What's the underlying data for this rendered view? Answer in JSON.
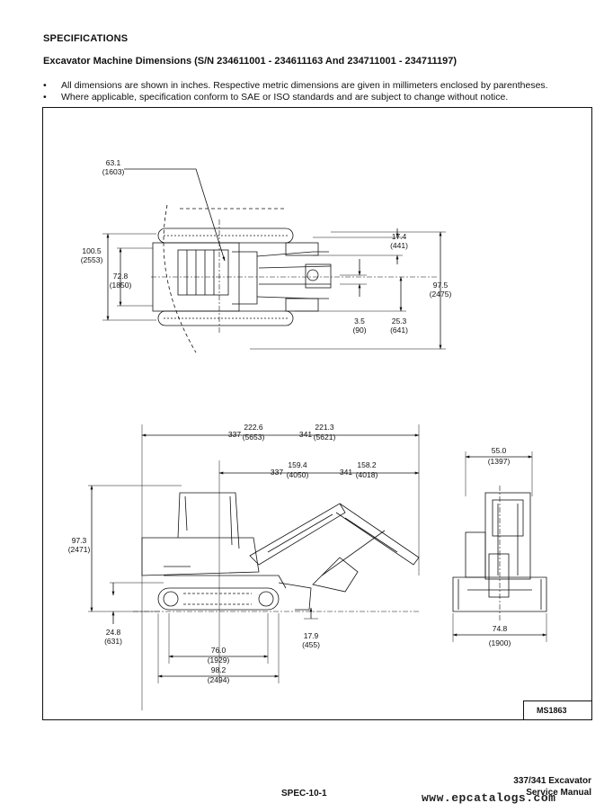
{
  "header": {
    "section": "SPECIFICATIONS",
    "title": "Excavator Machine Dimensions (S/N 234611001 - 234611163 And 234711001 - 234711197)"
  },
  "notes": [
    "All dimensions are shown in inches. Respective metric dimensions are given in millimeters enclosed by parentheses.",
    "Where applicable, specification conform to SAE or ISO standards and are subject to change without notice."
  ],
  "top_view": {
    "dims": [
      {
        "inch": "63.1",
        "mm": "(1603)"
      },
      {
        "inch": "100.5",
        "mm": "(2553)"
      },
      {
        "inch": "72.8",
        "mm": "(1850)"
      },
      {
        "inch": "17.4",
        "mm": "(441)"
      },
      {
        "inch": "97.5",
        "mm": "(2475)"
      },
      {
        "inch": "3.5",
        "mm": "(90)"
      },
      {
        "inch": "25.3",
        "mm": "(641)"
      }
    ]
  },
  "side_view": {
    "model_a": "337",
    "model_b": "341",
    "overall_a": {
      "inch": "222.6",
      "mm": "(5653)"
    },
    "overall_b": {
      "inch": "221.3",
      "mm": "(5621)"
    },
    "transport_a": {
      "inch": "159.4",
      "mm": "(4050)"
    },
    "transport_b": {
      "inch": "158.2",
      "mm": "(4018)"
    },
    "height": {
      "inch": "97.3",
      "mm": "(2471)"
    },
    "ground_clearance": {
      "inch": "24.8",
      "mm": "(631)"
    },
    "blade_drop": {
      "inch": "17.9",
      "mm": "(455)"
    },
    "track_contact": {
      "inch": "76.0",
      "mm": "(1929)"
    },
    "track_length": {
      "inch": "98.2",
      "mm": "(2494)"
    }
  },
  "front_view": {
    "cab_width": {
      "inch": "55.0",
      "mm": "(1397)"
    },
    "track_width": {
      "inch": "74.8",
      "mm": "(1900)"
    }
  },
  "figure_id": "MS1863",
  "footer": {
    "page": "SPEC-10-1",
    "model": "337/341 Excavator",
    "manual": "Service Manual",
    "watermark": "www.epcatalogs.com"
  }
}
